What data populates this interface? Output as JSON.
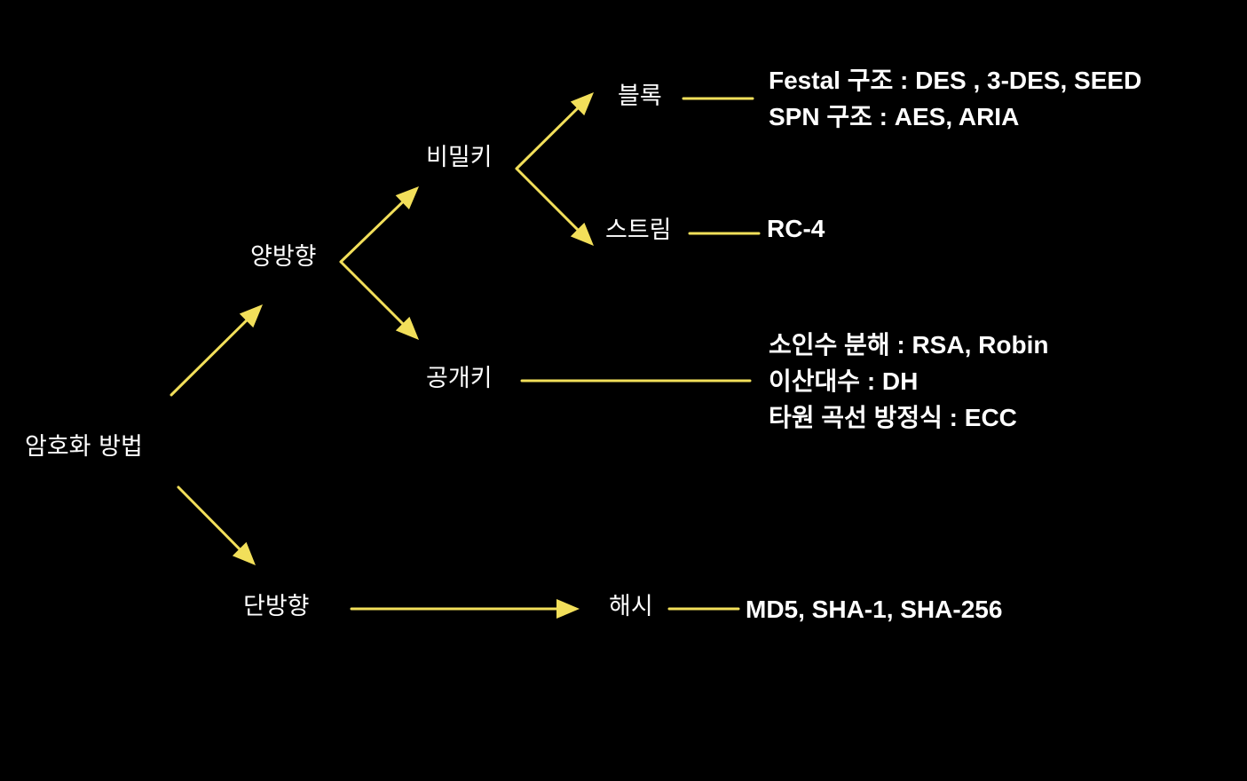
{
  "diagram": {
    "line_color": "#f2df5a",
    "background": "#000000",
    "text_color": "#ffffff",
    "nodes": {
      "root": "암호화 방법",
      "bidirectional": "양방향",
      "unidirectional": "단방향",
      "secret_key": "비밀키",
      "public_key": "공개키",
      "block": "블록",
      "stream": "스트림",
      "hash": "해시"
    },
    "descriptions": {
      "block": [
        "Festal 구조  : DES , 3-DES, SEED",
        "SPN 구조 :  AES, ARIA"
      ],
      "stream": [
        "RC-4"
      ],
      "public_key": [
        "소인수 분해 : RSA, Robin",
        "이산대수 : DH",
        "타원 곡선 방정식 : ECC"
      ],
      "hash": [
        "MD5, SHA-1, SHA-256"
      ]
    }
  }
}
